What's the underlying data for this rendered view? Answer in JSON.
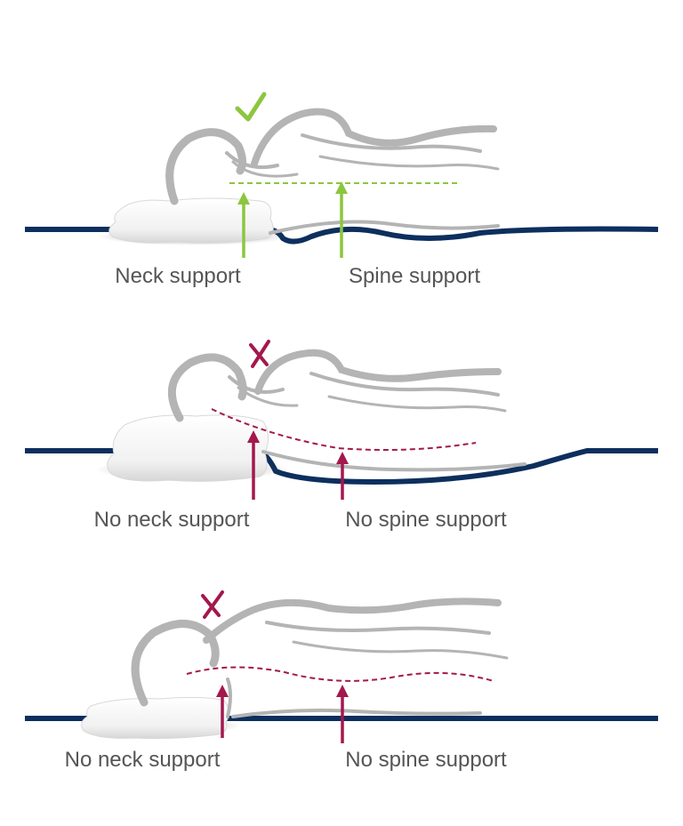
{
  "colors": {
    "good": "#8cc63f",
    "bad": "#a3184d",
    "mattress": "#0d2f5e",
    "figure": "#b4b4b4",
    "label": "#555555"
  },
  "panels": [
    {
      "status": "good",
      "status_icon": "check-icon",
      "neck_label": "Neck support",
      "spine_label": "Spine support"
    },
    {
      "status": "bad",
      "status_icon": "cross-icon",
      "neck_label": "No neck support",
      "spine_label": "No spine support"
    },
    {
      "status": "bad",
      "status_icon": "cross-icon",
      "neck_label": "No neck support",
      "spine_label": "No spine support"
    }
  ]
}
